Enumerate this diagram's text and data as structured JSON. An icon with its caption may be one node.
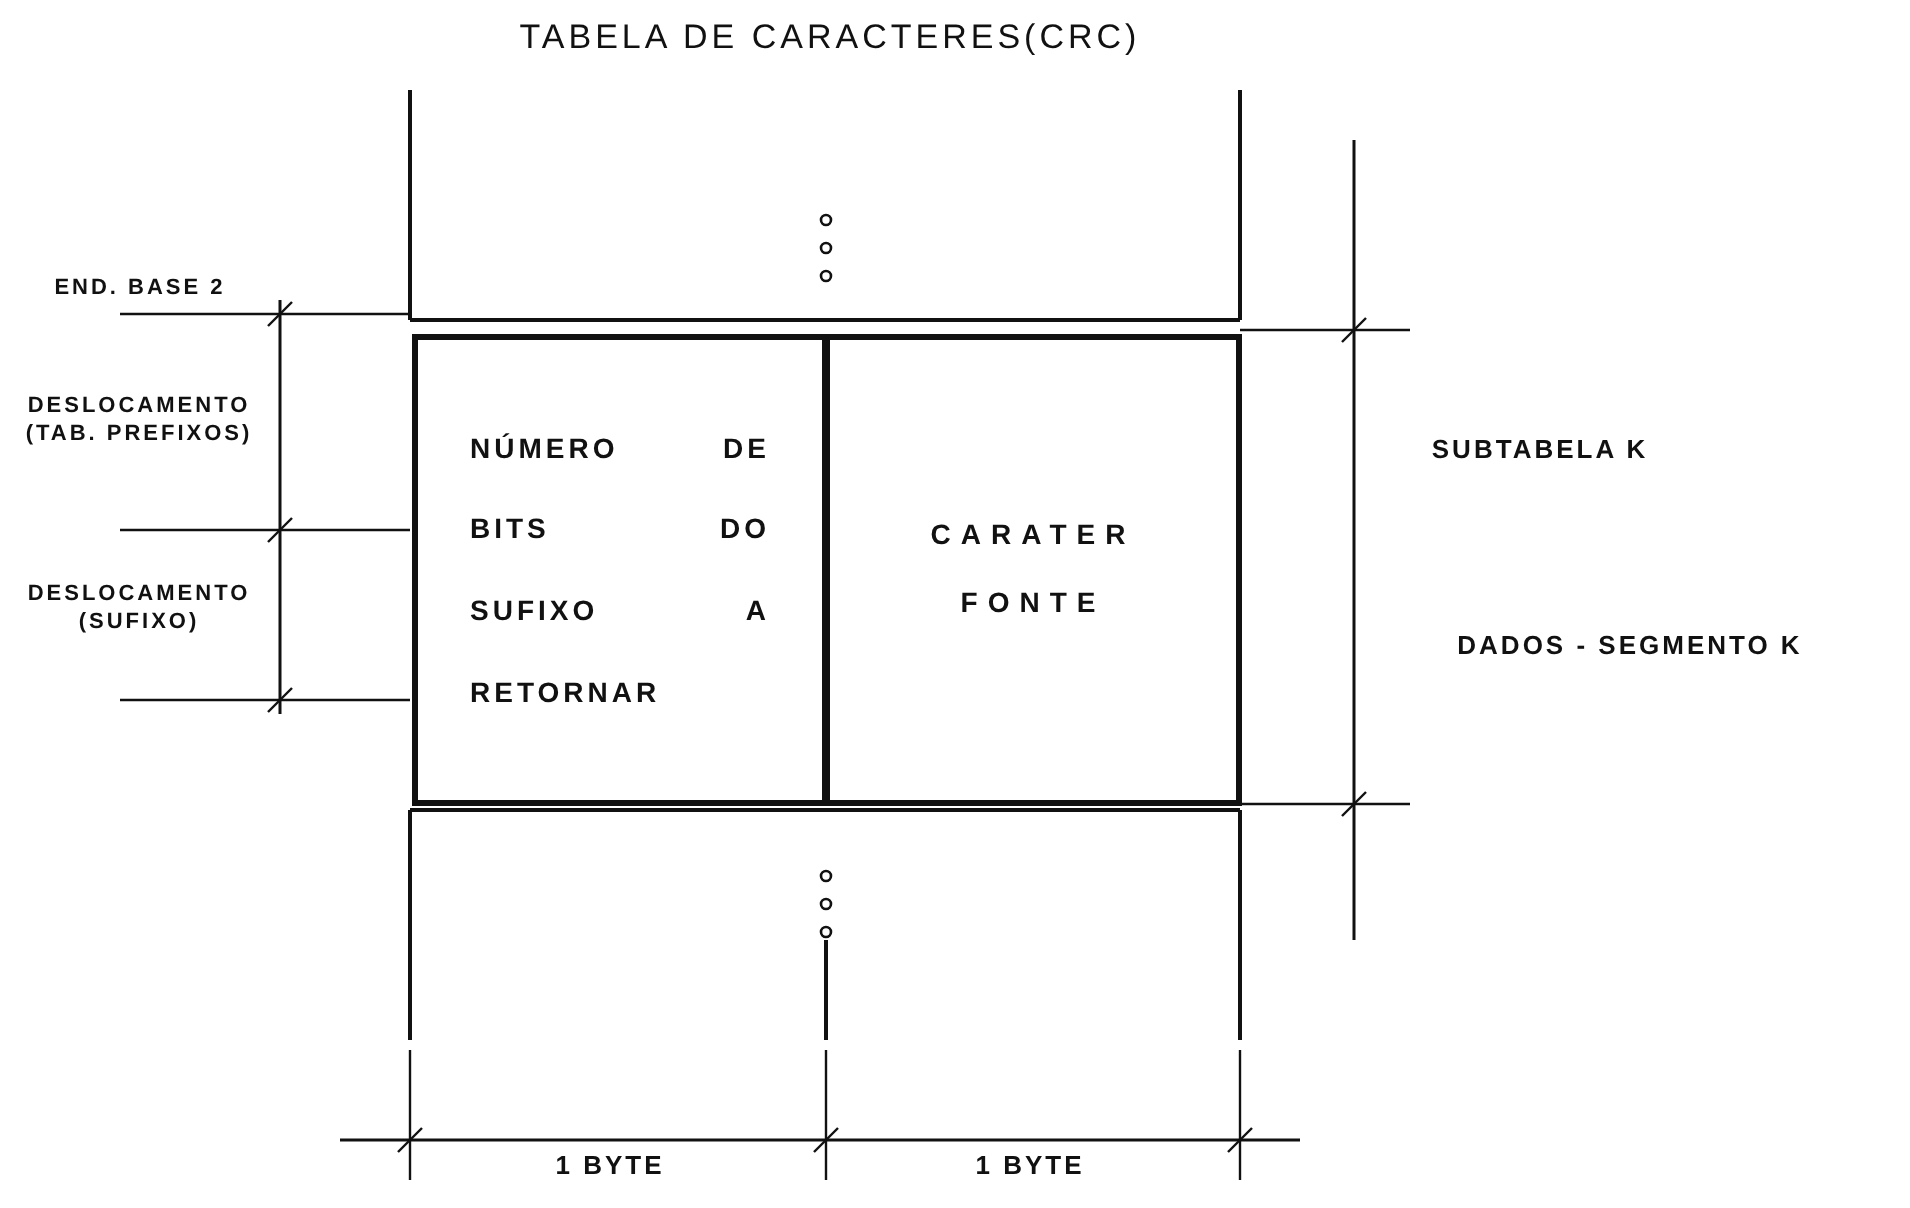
{
  "diagram": {
    "title": "TABELA DE CARACTERES(CRC)",
    "nodes": [
      {
        "text": [
          "NÚMERO DE BITS DO SUFIXO A RETORNAR"
        ]
      },
      {
        "text": [
          "CARATER FONTE"
        ]
      }
    ],
    "labels": [
      "END. BASE 2",
      "DESLOCAMENTO (TAB. PREFIXOS)",
      "SUBTABELA K",
      "DESLOCAMENTO (SUFIXO)",
      "DADOS - SEGMENTO K",
      "1 BYTE",
      "1 BYTE"
    ]
  }
}
